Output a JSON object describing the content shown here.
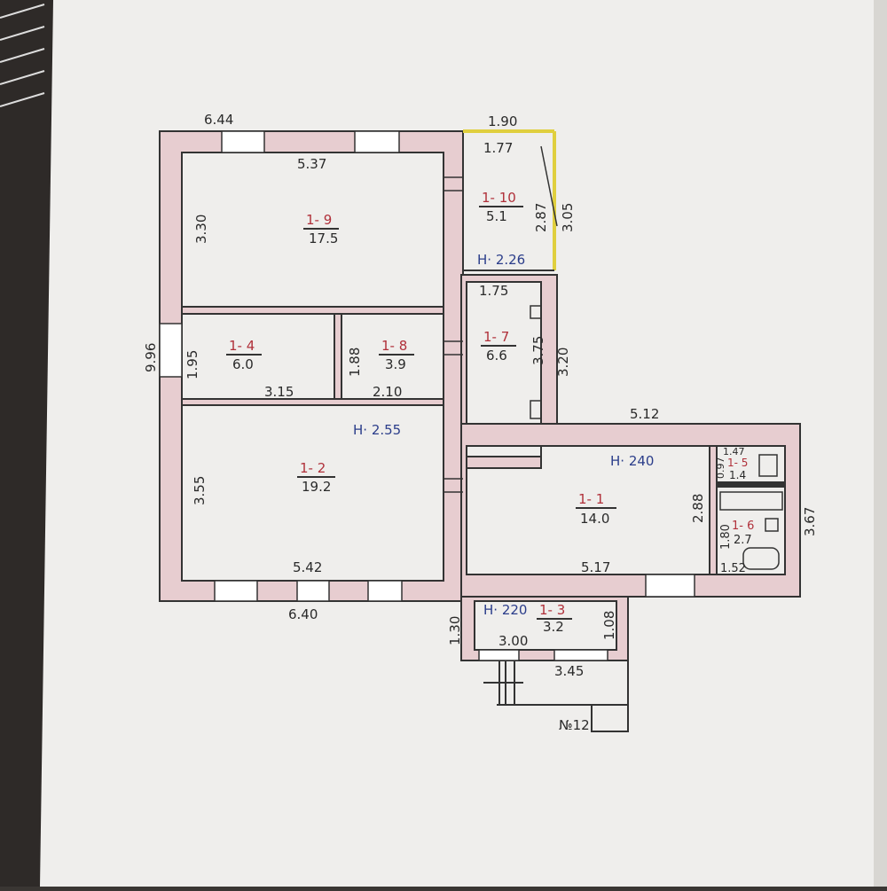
{
  "plan": {
    "outer_dims": {
      "top_left": "6.44",
      "bottom_left": "6.40",
      "left_total": "9.96",
      "top_right": "1.90",
      "mid_right": "5.12",
      "right_total": "3.67",
      "porch": "3.45"
    },
    "inner_dims": [
      "5.37",
      "3.30",
      "1.95",
      "3.15",
      "1.88",
      "2.10",
      "3.55",
      "5.42",
      "1.77",
      "2.87",
      "3.05",
      "1.75",
      "3.75",
      "3.20",
      "5.17",
      "2.88",
      "1.47",
      "0.97",
      "1.80",
      "1.52",
      "1.30",
      "3.00",
      "1.08"
    ],
    "heights": [
      "H· 2.26",
      "H· 2.55",
      "H· 240",
      "H· 220"
    ],
    "rooms": [
      {
        "id": "1- 9",
        "area": "17.5"
      },
      {
        "id": "1- 4",
        "area": "6.0"
      },
      {
        "id": "1- 8",
        "area": "3.9"
      },
      {
        "id": "1- 2",
        "area": "19.2"
      },
      {
        "id": "1- 10",
        "area": "5.1"
      },
      {
        "id": "1- 7",
        "area": "6.6"
      },
      {
        "id": "1- 1",
        "area": "14.0"
      },
      {
        "id": "1- 5",
        "area": "1.4"
      },
      {
        "id": "1- 6",
        "area": "2.7"
      },
      {
        "id": "1- 3",
        "area": "3.2"
      }
    ],
    "stair_label": "№12"
  },
  "colors": {
    "wall": "#e7cdd0",
    "veranda": "#e8d84a",
    "room_id": "#b0303a",
    "height": "#2b3d8a",
    "paper": "#efeeec"
  }
}
